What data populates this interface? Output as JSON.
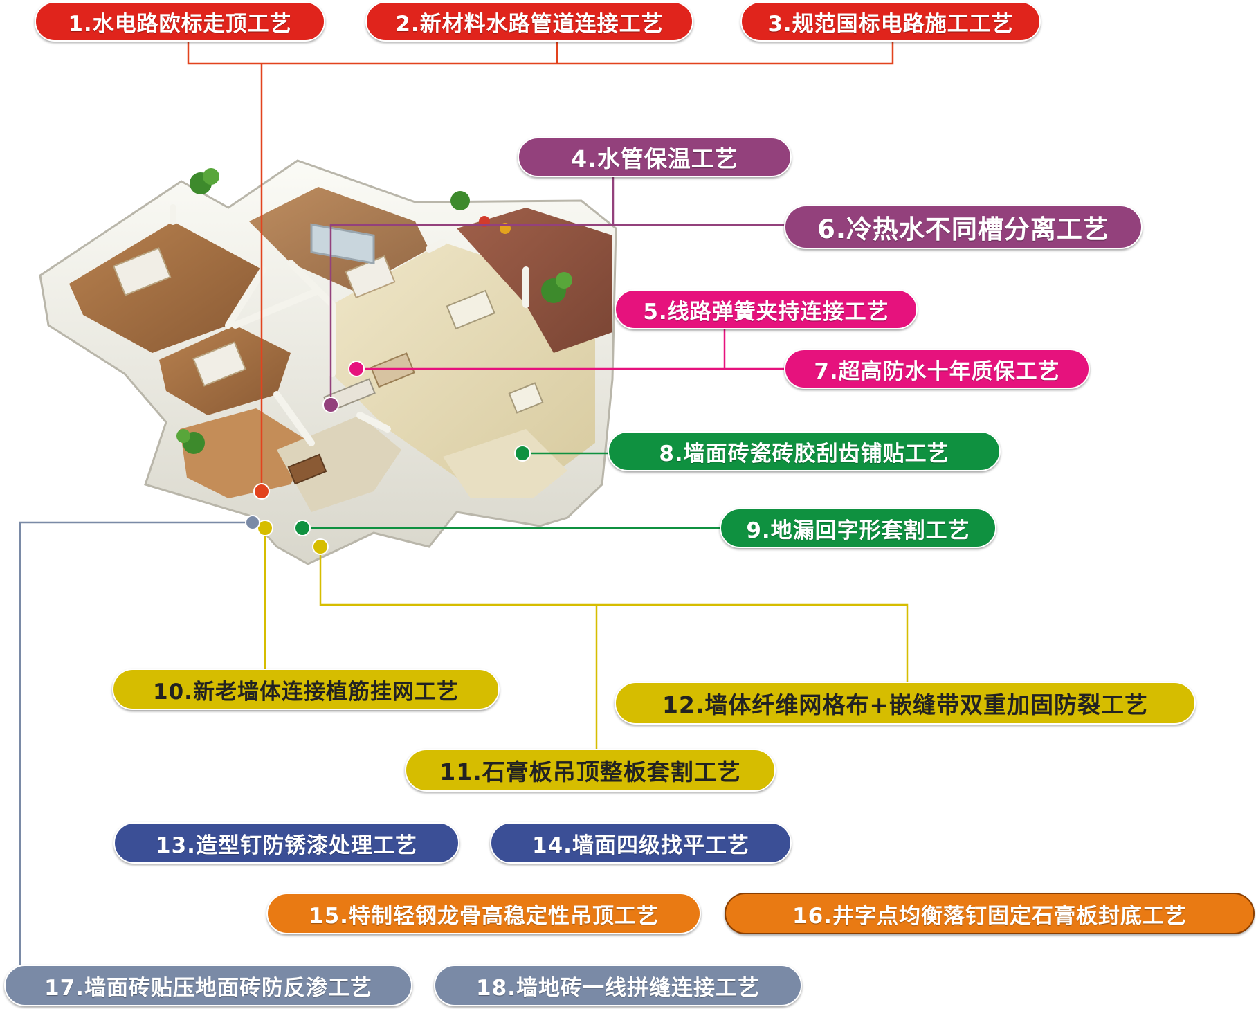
{
  "labels": [
    {
      "text": "1.水电路欧标走顶工艺",
      "color": "#e0241c"
    },
    {
      "text": "2.新材料水路管道连接工艺",
      "color": "#e0241c"
    },
    {
      "text": "3.规范国标电路施工工艺",
      "color": "#e0241c"
    },
    {
      "text": "4.水管保温工艺",
      "color": "#93417c"
    },
    {
      "text": "5.线路弹簧夹持连接工艺",
      "color": "#e6127d"
    },
    {
      "text": "6.冷热水不同槽分离工艺",
      "color": "#93417c"
    },
    {
      "text": "7.超高防水十年质保工艺",
      "color": "#e6127d"
    },
    {
      "text": "8.墙面砖瓷砖胶刮齿铺贴工艺",
      "color": "#0f9140"
    },
    {
      "text": "9.地漏回字形套割工艺",
      "color": "#0f9140"
    },
    {
      "text": "10.新老墙体连接植筋挂网工艺",
      "color": "#d6bd00"
    },
    {
      "text": "11.石膏板吊顶整板套割工艺",
      "color": "#d6bd00"
    },
    {
      "text": "12.墙体纤维网格布+嵌缝带双重加固防裂工艺",
      "color": "#d6bd00"
    },
    {
      "text": "13.造型钉防锈漆处理工艺",
      "color": "#3b4f96"
    },
    {
      "text": "14.墙面四级找平工艺",
      "color": "#3b4f96"
    },
    {
      "text": "15.特制轻钢龙骨高稳定性吊顶工艺",
      "color": "#e97a13"
    },
    {
      "text": "16.井字点均衡落钉固定石膏板封底工艺",
      "color": "#e97a13"
    },
    {
      "text": "17.墙面砖贴压地面砖防反渗工艺",
      "color": "#7a8aa6"
    },
    {
      "text": "18.墙地砖一线拼缝连接工艺",
      "color": "#7a8aa6"
    }
  ]
}
